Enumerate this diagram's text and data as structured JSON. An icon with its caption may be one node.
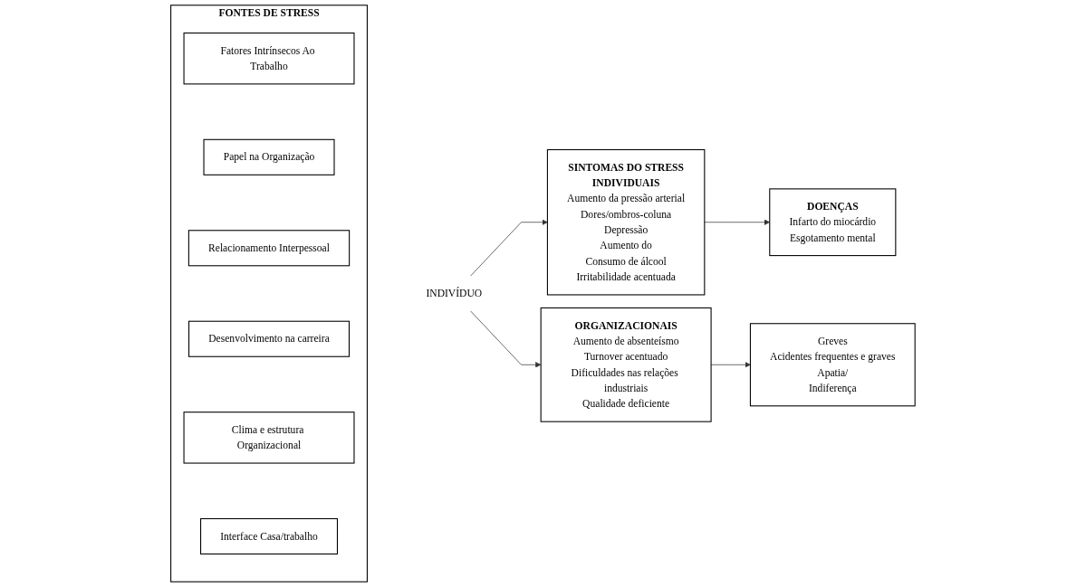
{
  "diagram": {
    "nodes": [
      {
        "text": [
          "FONTES DE STRESS"
        ]
      },
      {
        "text": [
          "Fatores Intrínsecos Ao Trabalho"
        ],
        "in": 0
      },
      {
        "text": [
          "Papel na Organização"
        ],
        "in": 0
      },
      {
        "text": [
          "Relacionamento Interpessoal"
        ],
        "in": 0
      },
      {
        "text": [
          "Desenvolvimento na carreira"
        ],
        "in": 0
      },
      {
        "text": [
          "Clima e estrutura Organizacional"
        ],
        "in": 0
      },
      {
        "text": [
          "Interface Casa/trabalho"
        ],
        "in": 0
      },
      {
        "text": [
          "INDIVÍDUO"
        ]
      },
      {
        "text": [
          "SINTOMAS DO STRESS",
          "INDIVIDUAIS",
          "Aumento da pressão arterial",
          "Dores/ombros-coluna",
          "Depressão",
          "Aumento do",
          "Consumo de álcool",
          "Irritabilidade acentuada"
        ]
      },
      {
        "text": [
          "ORGANIZACIONAIS",
          "Aumento de absenteísmo",
          "Turnover acentuado",
          "Dificuldades nas relações industriais",
          "Qualidade deficiente"
        ]
      },
      {
        "text": [
          "DOENÇAS",
          "Infarto do miocárdio",
          "Esgotamento mental"
        ]
      },
      {
        "text": [
          "Greves",
          "Acidentes frequentes e graves",
          "Apatia/",
          "Indiferença"
        ]
      }
    ],
    "edges": [
      {
        "from": 7,
        "to": 8,
        "arrow": "to"
      },
      {
        "from": 7,
        "to": 9,
        "arrow": "to"
      },
      {
        "from": 8,
        "to": 10,
        "arrow": "to"
      },
      {
        "from": 9,
        "to": 11,
        "arrow": "to"
      }
    ]
  }
}
